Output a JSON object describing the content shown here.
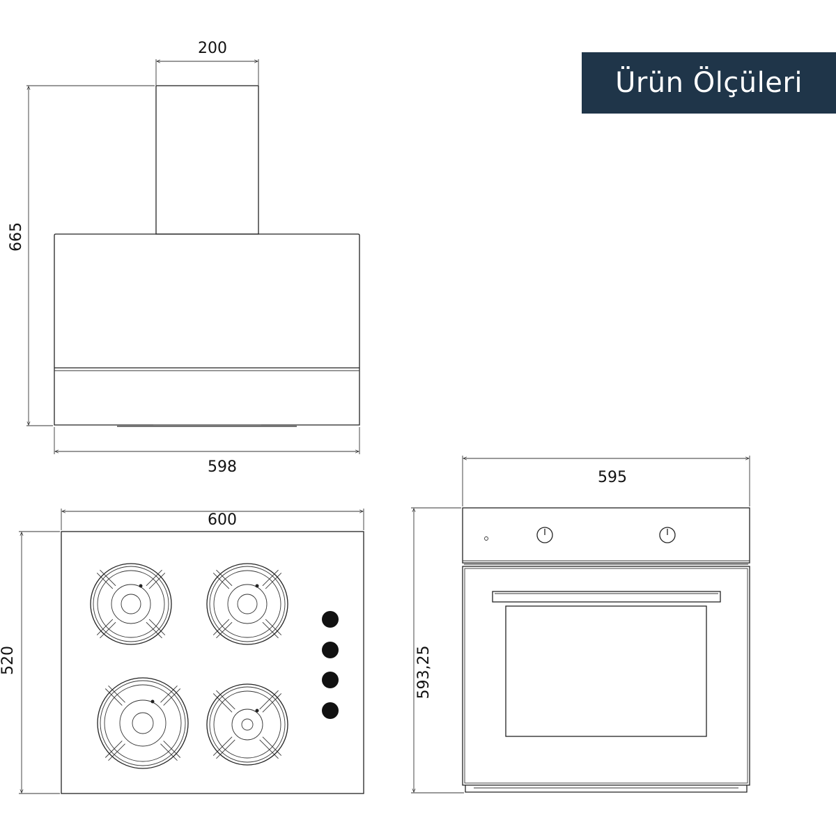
{
  "title": {
    "text": "Ürün Ölçüleri",
    "bg_color": "#1f3549",
    "text_color": "#ffffff"
  },
  "hood": {
    "width_label": "598",
    "height_label": "665",
    "chimney_label": "200"
  },
  "hob": {
    "width_label": "600",
    "depth_label": "520",
    "burners": 4,
    "knobs": 4
  },
  "oven": {
    "width_label": "595",
    "height_label": "593,25",
    "knobs": 2
  },
  "colors": {
    "line": "#222222",
    "knob_fill": "#111111"
  }
}
